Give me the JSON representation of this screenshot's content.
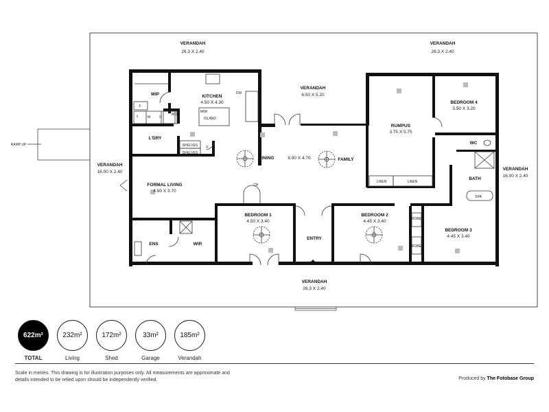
{
  "plan": {
    "rooms": {
      "verandah_top_left": {
        "name": "VERANDAH",
        "dims": "26.3 X 2.40"
      },
      "verandah_top_right": {
        "name": "VERANDAH",
        "dims": "26.3 X 2.40"
      },
      "verandah_centre": {
        "name": "VERANDAH",
        "dims": "6.50 X 5.20"
      },
      "verandah_left": {
        "name": "VERANDAH",
        "dims": "16.00 X 2.40"
      },
      "verandah_right": {
        "name": "VERANDAH",
        "dims": "16.00 X 2.40"
      },
      "verandah_bottom": {
        "name": "VERANDAH",
        "dims": "26.3 X 2.40"
      },
      "wip": {
        "name": "WIP"
      },
      "kitchen": {
        "name": "KITCHEN",
        "dims": "4.50 X 4.30"
      },
      "ldry": {
        "name": "L'DRY"
      },
      "dining": {
        "name": "DINING"
      },
      "dining_family_dims": "8.90 X 4.70",
      "family": {
        "name": "FAMILY"
      },
      "rumpus": {
        "name": "RUMPUS",
        "dims": "3.75 X 5.75"
      },
      "bedroom4": {
        "name": "BEDROOM 4",
        "dims": "3.50 X 3.20"
      },
      "wc": {
        "name": "WC"
      },
      "bath": {
        "name": "BATH"
      },
      "formal_living": {
        "name": "FORMAL LIVING",
        "dims": "4.90 X 3.70"
      },
      "bedroom1": {
        "name": "BEDROOM 1",
        "dims": "4.50 X 3.40"
      },
      "entry": {
        "name": "ENTRY"
      },
      "bedroom2": {
        "name": "BEDROOM 2",
        "dims": "4.45 X 3.40"
      },
      "bedroom3": {
        "name": "BEDROOM 3",
        "dims": "4.45 X 3.40"
      },
      "ens": {
        "name": "ENS"
      },
      "wir": {
        "name": "WIR"
      }
    },
    "fixtures": {
      "dw": "DW",
      "mw": "M/W",
      "island": "ISLAND",
      "wo": "WO",
      "f": "F",
      "t": "T",
      "w": "W",
      "d": "D",
      "shelves": "SHELVES",
      "cb": "CB",
      "linen": "LINEN",
      "spa": "SPA",
      "robe": "ROBE"
    },
    "ramp_label": "RAMP UP"
  },
  "areas": [
    {
      "value": "622m²",
      "label": "TOTAL",
      "highlight": true
    },
    {
      "value": "232m²",
      "label": "Living",
      "highlight": false
    },
    {
      "value": "172m²",
      "label": "Shed",
      "highlight": false
    },
    {
      "value": "33m²",
      "label": "Garage",
      "highlight": false
    },
    {
      "value": "185m²",
      "label": "Verandah",
      "highlight": false
    }
  ],
  "disclaimer": "Scale in metres. This drawing is for illustration purposes only. All measurements are approximate and details intended to be relied upon should be independently verified.",
  "producer": {
    "prefix": "Produced by",
    "name": "The Fotobase Group"
  }
}
